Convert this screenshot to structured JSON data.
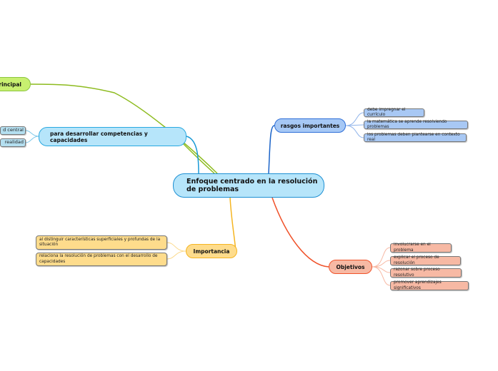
{
  "central": {
    "title": "Enfoque centrado en la resolución de problemas"
  },
  "topics": {
    "principal": {
      "label": "principal",
      "color": "#c8ef70"
    },
    "competencias": {
      "label": "para desarrollar competencias y capacidades",
      "color": "#b6e5fa",
      "children": [
        "d central",
        "realidad"
      ]
    },
    "rasgos": {
      "label": "rasgos importantes",
      "color": "#a6c8f5",
      "children": [
        "debe impregnar el currículo",
        "la matemática se aprende resolviendo problemas",
        "los problemas deben plantearse en contexto real"
      ]
    },
    "objetivos": {
      "label": "Objetivos",
      "color": "#f7b9a4",
      "children": [
        "involucrarse en el problema",
        "explicar el proceso de resolución",
        "razonar sobre proceso resolutivo",
        "promover aprendizajes significativos"
      ]
    },
    "importancia": {
      "label": "Importancia",
      "color": "#fedc8c",
      "children": [
        "al distinguir características superficiales y profundas de la situación",
        "relaciona la resolución de problemas con el desarrollo de capacidades"
      ]
    }
  }
}
